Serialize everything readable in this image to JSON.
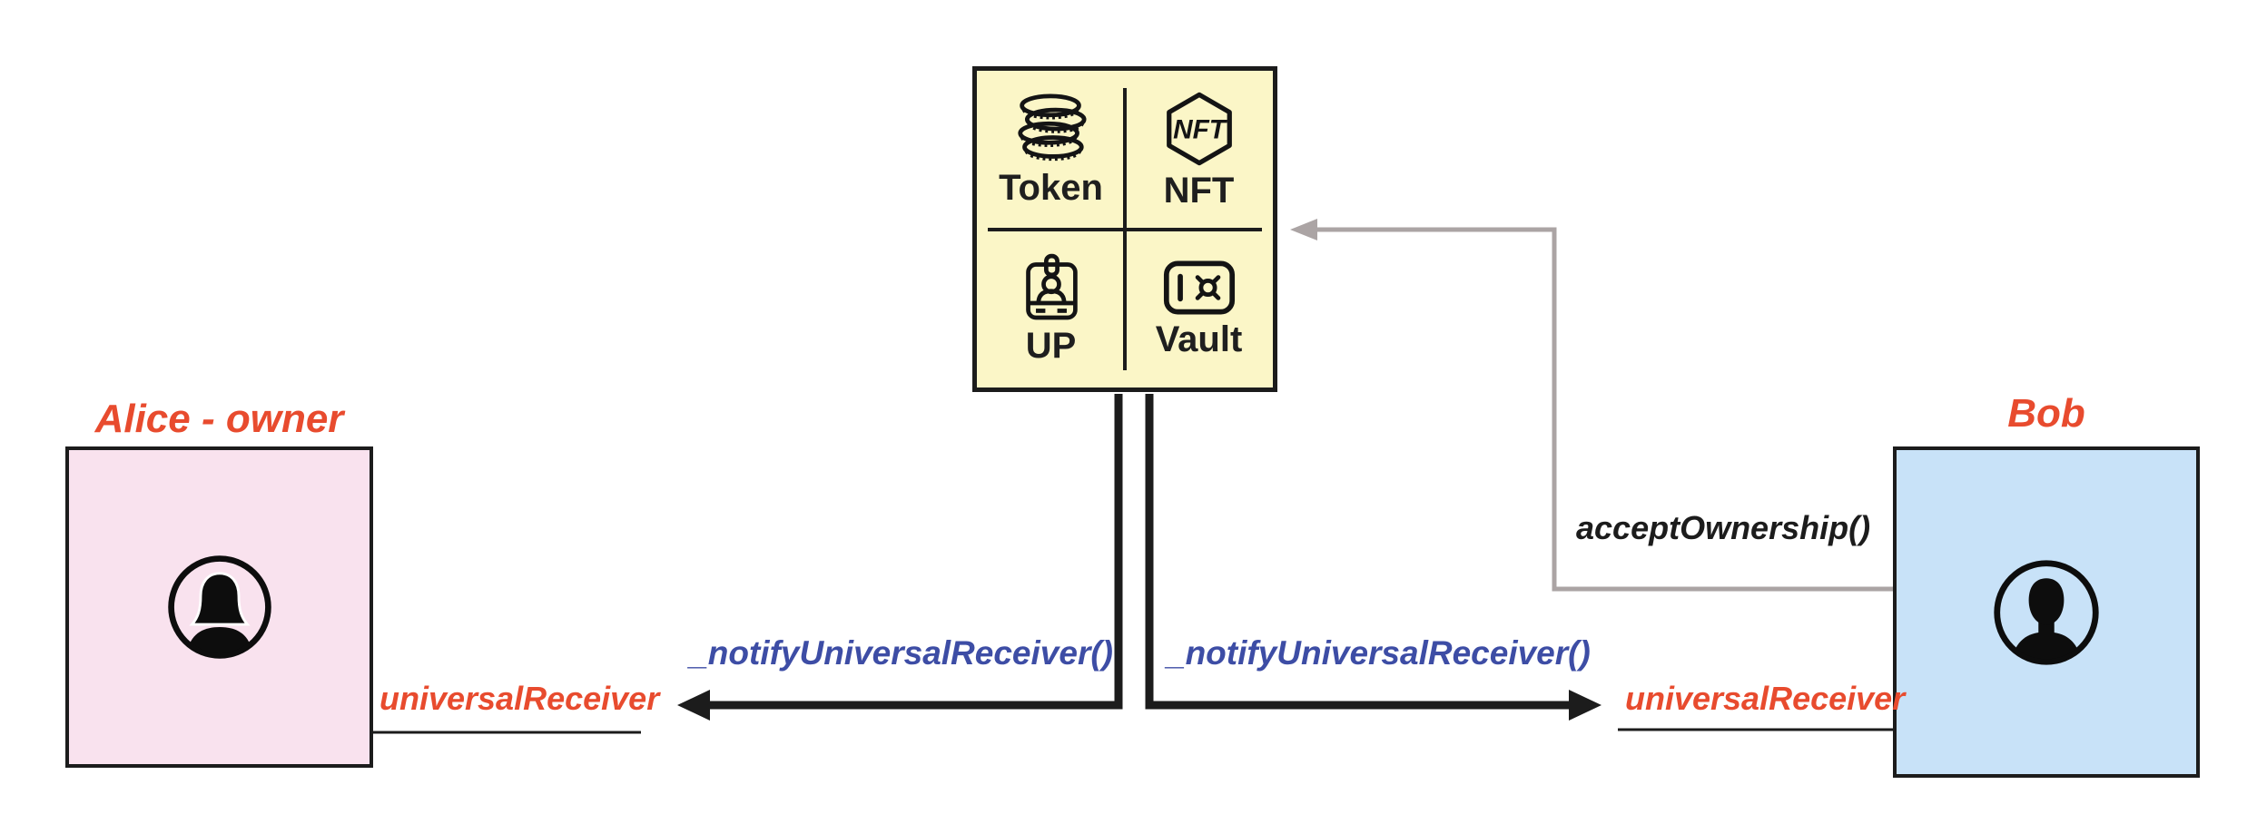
{
  "colors": {
    "accent": "#e84b2e",
    "code-blue": "#3d4da5",
    "gray-arrow": "#aba4a4",
    "contract-bg": "#fbf6c7",
    "alice-bg": "#f9e2ee",
    "bob-bg": "#c8e2f8",
    "ink": "#1c1c1c"
  },
  "contract": {
    "cells": [
      {
        "label": "Token",
        "icon": "coins-icon"
      },
      {
        "label": "NFT",
        "icon": "nft-hexagon-icon"
      },
      {
        "label": "UP",
        "icon": "id-badge-icon"
      },
      {
        "label": "Vault",
        "icon": "vault-icon"
      }
    ],
    "nft_icon_text": "NFT"
  },
  "actors": {
    "alice": {
      "title": "Alice - owner",
      "icon": "female-avatar-icon",
      "hook_label": "universalReceiver"
    },
    "bob": {
      "title": "Bob",
      "icon": "male-avatar-icon",
      "hook_label": "universalReceiver"
    }
  },
  "messages": {
    "notify_left": "_notifyUniversalReceiver()",
    "notify_right": "_notifyUniversalReceiver()",
    "accept_ownership": "acceptOwnership()"
  }
}
